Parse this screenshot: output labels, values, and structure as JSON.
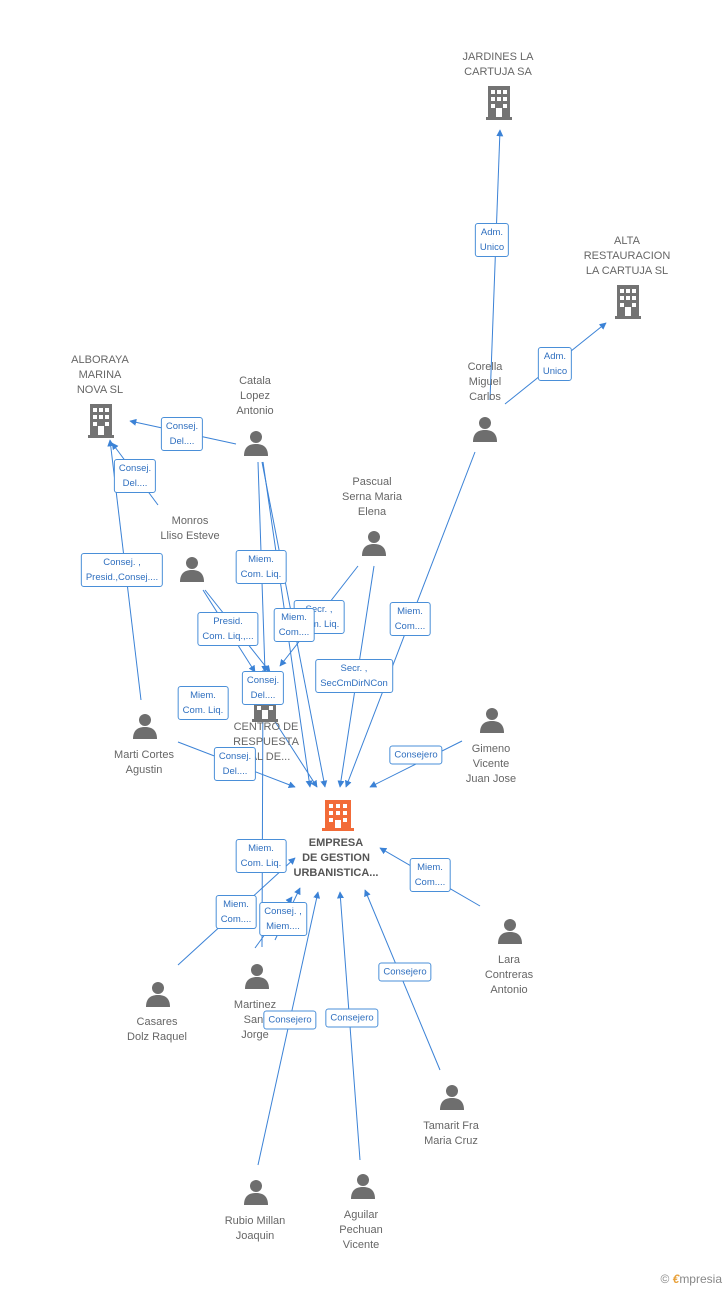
{
  "company": {
    "label": "EMPRESA\nDE GESTION\nURBANISTICA..."
  },
  "companies": [
    {
      "id": "jardines",
      "label": "JARDINES LA\nCARTUJA SA"
    },
    {
      "id": "alta",
      "label": "ALTA\nRESTAURACION\nLA CARTUJA SL"
    },
    {
      "id": "alboraya",
      "label": "ALBORAYA\nMARINA\nNOVA SL"
    },
    {
      "id": "centro",
      "label": "CENTRO DE\nRESPUESTA\n    RAL DE..."
    }
  ],
  "people": [
    {
      "id": "catala",
      "label": "Catala\nLopez\nAntonio"
    },
    {
      "id": "corella",
      "label": "Corella\nMiguel\nCarlos"
    },
    {
      "id": "pascual",
      "label": "Pascual\nSerna Maria\nElena"
    },
    {
      "id": "monros",
      "label": "Monros\nLliso Esteve"
    },
    {
      "id": "marti",
      "label": "Marti Cortes\nAgustin"
    },
    {
      "id": "gimeno",
      "label": "Gimeno\nVicente\nJuan Jose"
    },
    {
      "id": "lara",
      "label": "Lara\nContreras\nAntonio"
    },
    {
      "id": "casares",
      "label": "Casares\nDolz Raquel"
    },
    {
      "id": "martinez",
      "label": "Martinez\nSanf\nJorge"
    },
    {
      "id": "tamarit",
      "label": "Tamarit Fra\nMaria Cruz"
    },
    {
      "id": "rubio",
      "label": "Rubio Millan\nJoaquin"
    },
    {
      "id": "aguilar",
      "label": "Aguilar\nPechuan\nVicente"
    }
  ],
  "roles": [
    {
      "id": "r1",
      "label": "Adm.\nUnico"
    },
    {
      "id": "r2",
      "label": "Adm.\nUnico"
    },
    {
      "id": "r3",
      "label": "Consej.\nDel...."
    },
    {
      "id": "r4",
      "label": "Consej.\nDel...."
    },
    {
      "id": "r5",
      "label": "Consej. ,\nPresid.,Consej...."
    },
    {
      "id": "r6",
      "label": "Miem.\nCom. Liq."
    },
    {
      "id": "r7",
      "label": "Secr. ,\nCom. Liq."
    },
    {
      "id": "r8",
      "label": "Miem.\nCom...."
    },
    {
      "id": "r9",
      "label": "Presid.\nCom. Liq.,..."
    },
    {
      "id": "r10",
      "label": "Miem.\nCom...."
    },
    {
      "id": "r11",
      "label": "Consej.\nDel...."
    },
    {
      "id": "r12",
      "label": "Secr. ,\nSecCmDirNCon"
    },
    {
      "id": "r13",
      "label": "Miem.\nCom. Liq."
    },
    {
      "id": "r14",
      "label": "Consej.\nDel...."
    },
    {
      "id": "r15",
      "label": "Consejero"
    },
    {
      "id": "r16",
      "label": "Miem.\nCom. Liq."
    },
    {
      "id": "r17",
      "label": "Miem.\nCom...."
    },
    {
      "id": "r18",
      "label": "Miem.\nCom...."
    },
    {
      "id": "r19",
      "label": "Consej. ,\nMiem...."
    },
    {
      "id": "r20",
      "label": "Consejero"
    },
    {
      "id": "r21",
      "label": "Consejero"
    },
    {
      "id": "r22",
      "label": "Consejero"
    }
  ],
  "colors": {
    "main": "#f26b38",
    "company": "#737373",
    "person": "#6e6e6e",
    "line": "#3b82d6"
  },
  "icons": {
    "main": "building-icon",
    "company": "building-icon",
    "person": "person-icon"
  },
  "footer": {
    "copyright": "©",
    "brand_initial": "€",
    "brand_rest": "mpresia"
  }
}
